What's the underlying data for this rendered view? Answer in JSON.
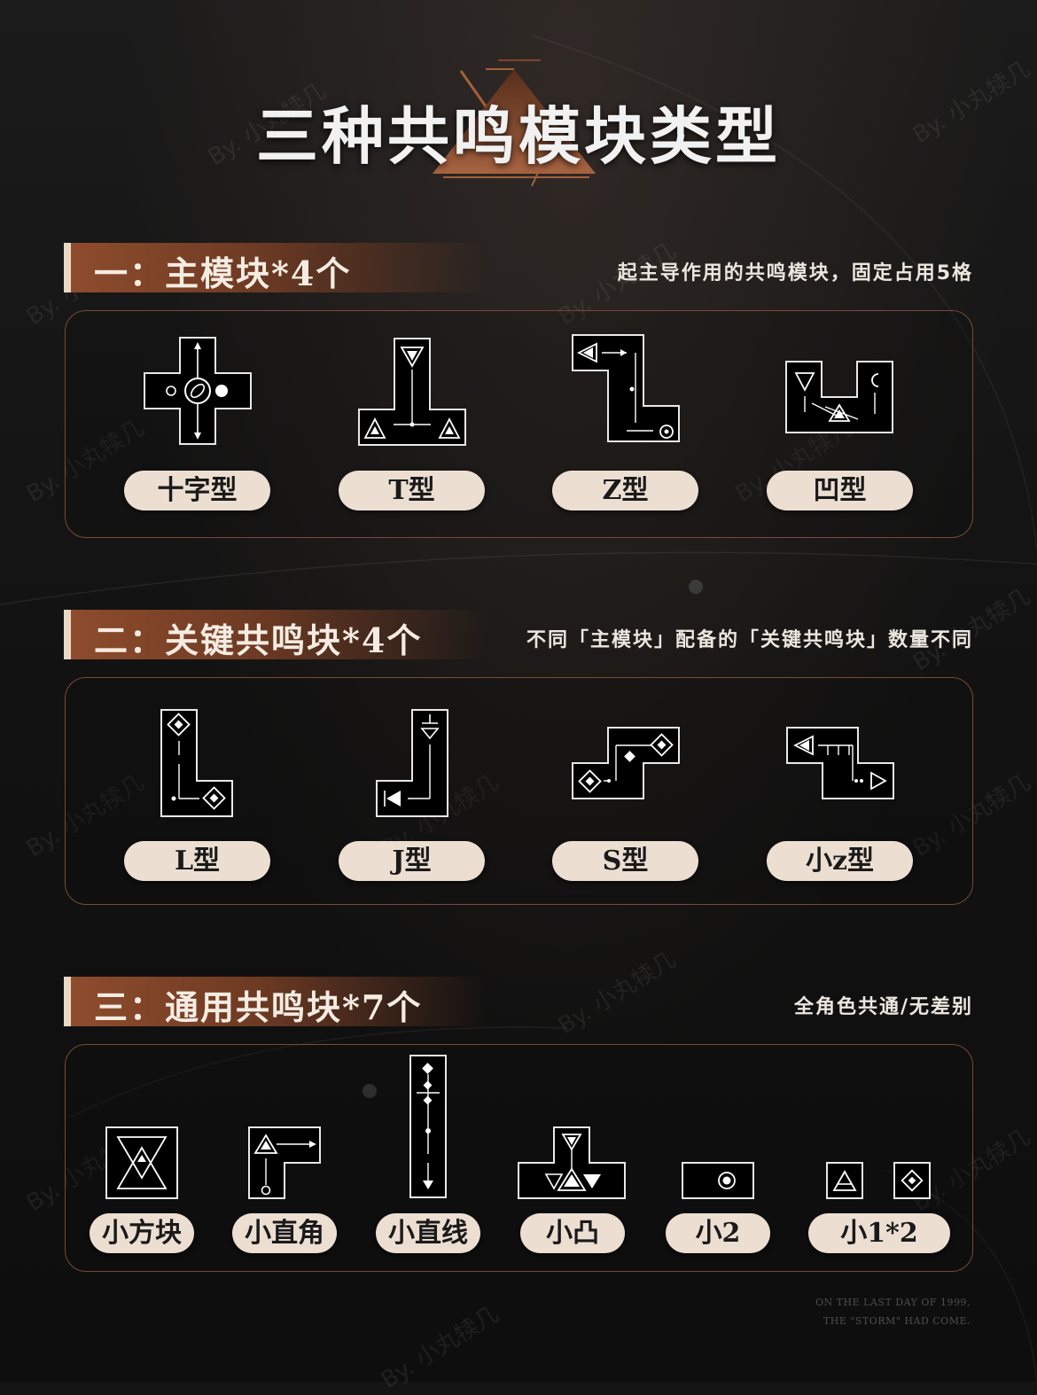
{
  "page": {
    "title": "三种共鸣模块类型",
    "watermark": "By. 小丸犊几",
    "footer_line1": "ON THE LAST DAY OF 1999,",
    "footer_line2": "THE \"STORM\" HAD COME."
  },
  "sections": [
    {
      "title": "一：主模块*4个",
      "description": "起主导作用的共鸣模块，固定占用5格",
      "items": [
        "十字型",
        "T型",
        "Z型",
        "凹型"
      ]
    },
    {
      "title": "二：关键共鸣块*4个",
      "description": "不同「主模块」配备的「关键共鸣块」数量不同",
      "items": [
        "L型",
        "J型",
        "S型",
        "小z型"
      ]
    },
    {
      "title": "三：通用共鸣块*7个",
      "description": "全角色共通/无差别",
      "items": [
        "小方块",
        "小直角",
        "小直线",
        "小凸",
        "小2",
        "小1*2"
      ]
    }
  ],
  "colors": {
    "accent": "#8e4c2c",
    "pill": "#ecdfd2",
    "panel_border": "#7a4a33"
  }
}
